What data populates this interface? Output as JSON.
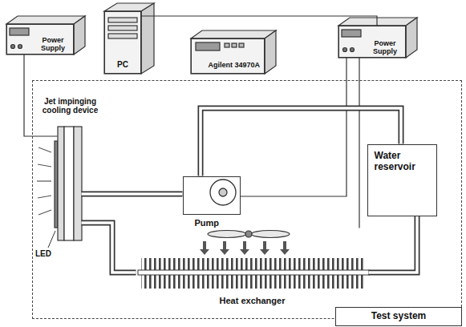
{
  "diagram": {
    "nodes": [
      {
        "text": [
          "Power Supply"
        ]
      },
      {
        "text": [
          "PC"
        ]
      },
      {
        "text": [
          "Agilent 34970A"
        ]
      },
      {
        "text": [
          "Power Supply"
        ]
      },
      {
        "text": [
          "Test system"
        ]
      },
      {
        "text": [
          "Jet impinging cooling device"
        ],
        "in": 4
      },
      {
        "text": [
          "Pump"
        ],
        "in": 4
      },
      {
        "text": [
          "Water reservoir"
        ],
        "in": 4
      },
      {
        "text": [
          "Heat exchanger"
        ],
        "in": 4
      }
    ],
    "edges": [
      {
        "from": 1,
        "to": 3,
        "arrow": "none"
      },
      {
        "from": 0,
        "to": 5,
        "arrow": "none"
      },
      {
        "from": 3,
        "to": 6,
        "arrow": "none"
      },
      {
        "from": 3,
        "to": 8,
        "arrow": "none"
      },
      {
        "from": 5,
        "to": 6,
        "arrow": "none"
      },
      {
        "from": 6,
        "to": 7,
        "arrow": "none"
      },
      {
        "from": 7,
        "to": 8,
        "arrow": "none"
      },
      {
        "from": 8,
        "to": 5,
        "arrow": "none"
      }
    ],
    "labels": [
      "LED"
    ]
  }
}
